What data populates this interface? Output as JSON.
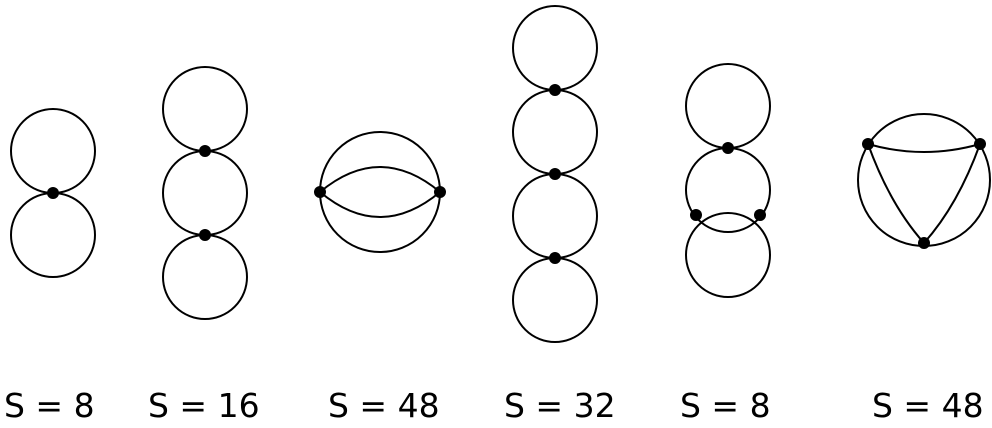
{
  "diagrams": [
    {
      "symmetry_factor": "S = 8"
    },
    {
      "symmetry_factor": "S = 16"
    },
    {
      "symmetry_factor": "S = 48"
    },
    {
      "symmetry_factor": "S = 32"
    },
    {
      "symmetry_factor": "S = 8"
    },
    {
      "symmetry_factor": "S = 48"
    }
  ],
  "colors": {
    "stroke": "#000000",
    "vertex": "#000000",
    "background": "#ffffff"
  }
}
